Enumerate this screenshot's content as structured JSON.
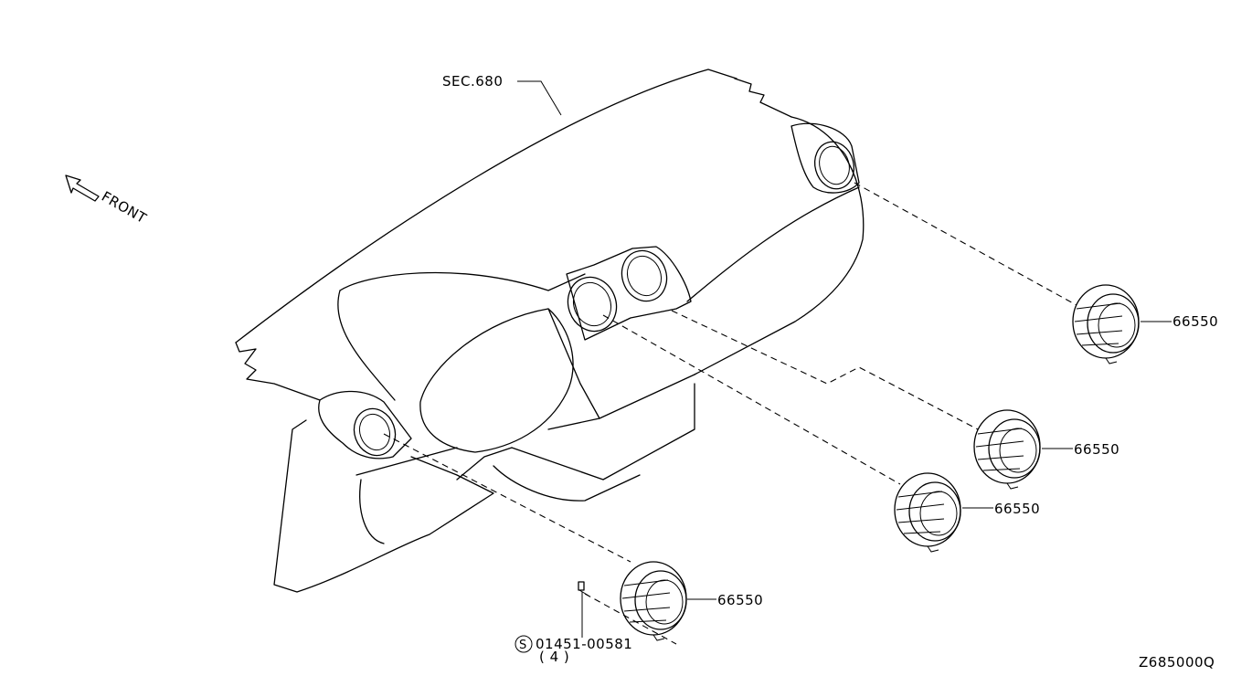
{
  "diagram": {
    "section_ref": "SEC.680",
    "front_label": "FRONT",
    "parts": [
      {
        "id": "vent-right-outer",
        "number": "66550"
      },
      {
        "id": "vent-center-right",
        "number": "66550"
      },
      {
        "id": "vent-center-left",
        "number": "66550"
      },
      {
        "id": "vent-left-outer",
        "number": "66550"
      }
    ],
    "screw": {
      "symbol": "S",
      "part_number": "01451-00581",
      "quantity": "( 4 )"
    },
    "diagram_code": "Z685000Q"
  }
}
